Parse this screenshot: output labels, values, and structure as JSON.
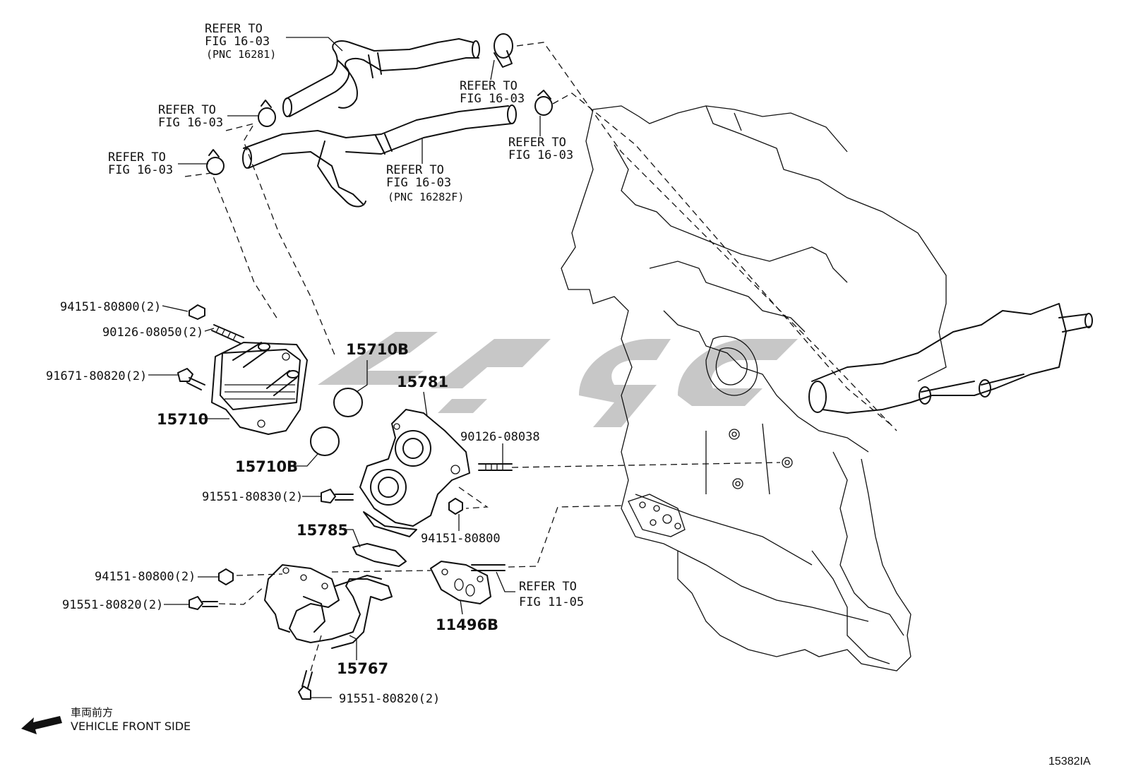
{
  "diagram": {
    "refer_labels": [
      {
        "id": "ref_top_hose",
        "lines": [
          "REFER TO",
          "FIG 16-03",
          "(PNC 16281)"
        ]
      },
      {
        "id": "ref_clamp_top",
        "lines": [
          "REFER TO",
          "FIG 16-03"
        ]
      },
      {
        "id": "ref_clamp_left1",
        "lines": [
          "REFER TO",
          "FIG 16-03"
        ]
      },
      {
        "id": "ref_clamp_left2",
        "lines": [
          "REFER TO",
          "FIG 16-03"
        ]
      },
      {
        "id": "ref_clamp_right",
        "lines": [
          "REFER TO",
          "FIG 16-03"
        ]
      },
      {
        "id": "ref_lower_hose",
        "lines": [
          "REFER TO",
          "FIG 16-03",
          "(PNC 16282F)"
        ]
      },
      {
        "id": "ref_fig_11_05",
        "lines": [
          "REFER TO",
          "FIG 11-05"
        ]
      }
    ],
    "part_numbers": {
      "p_94151_80800_2_top": "94151-80800(2)",
      "p_90126_08050_2": "90126-08050(2)",
      "p_91671_80820_2": "91671-80820(2)",
      "p_15710": "15710",
      "p_15710B_top": "15710B",
      "p_15710B_bottom": "15710B",
      "p_15781": "15781",
      "p_90126_08038": "90126-08038",
      "p_91551_80830_2": "91551-80830(2)",
      "p_15785": "15785",
      "p_94151_80800": "94151-80800",
      "p_94151_80800_2_bottom": "94151-80800(2)",
      "p_91551_80820_2_left": "91551-80820(2)",
      "p_11496B": "11496B",
      "p_15767": "15767",
      "p_91551_80820_2_bottom": "91551-80820(2)"
    },
    "direction": {
      "japanese": "車両前方",
      "english": "VEHICLE FRONT SIDE"
    },
    "figure_id": "15382IA"
  }
}
